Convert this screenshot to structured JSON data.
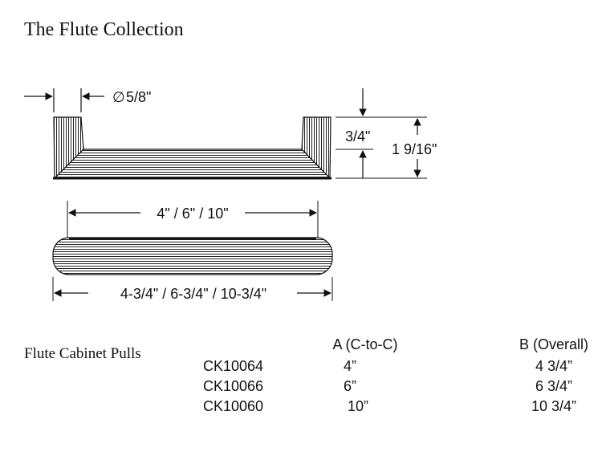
{
  "title": "The Flute Collection",
  "dimensions": {
    "diameter": "5/8\"",
    "diameter_symbol": "∅",
    "post_height": "3/4\"",
    "overall_height": "1 9/16\"",
    "center_to_center": "4\" / 6\" / 10\"",
    "overall_length": "4-3/4\" / 6-3/4\" / 10-3/4\""
  },
  "table": {
    "section_label": "Flute Cabinet Pulls",
    "columns": [
      "A (C-to-C)",
      "B (Overall)"
    ],
    "rows": [
      {
        "sku": "CK10064",
        "a": "4”",
        "b": "4 3/4”"
      },
      {
        "sku": "CK10066",
        "a": "6”",
        "b": "6 3/4”"
      },
      {
        "sku": "CK10060",
        "a": "10”",
        "b": "10 3/4”"
      }
    ]
  },
  "colors": {
    "line": "#111111",
    "background": "#ffffff"
  }
}
